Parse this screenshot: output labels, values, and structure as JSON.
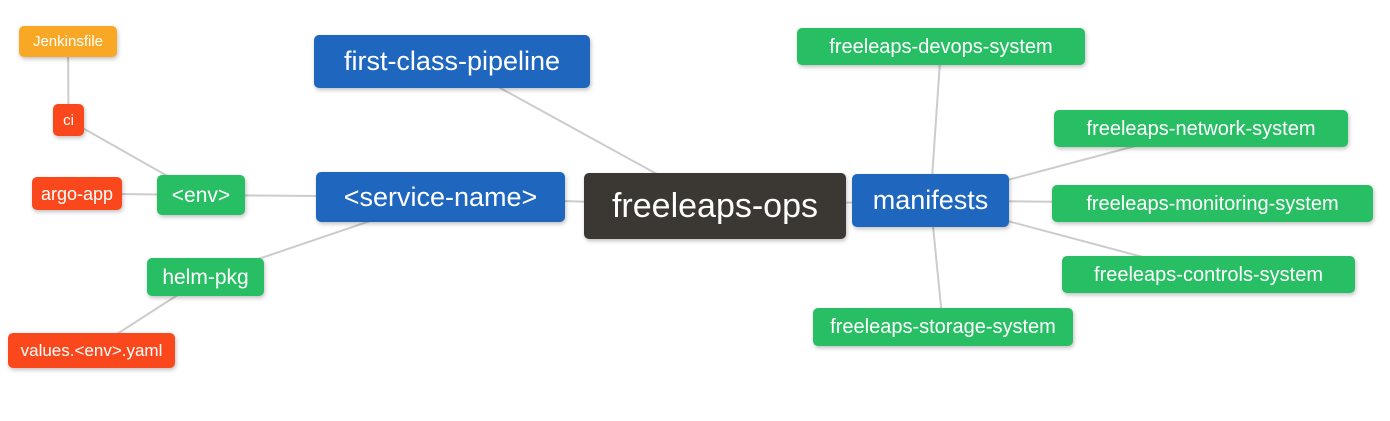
{
  "palette": {
    "root_node": "#3B3733",
    "branch_node": "#1F66BE",
    "green_node": "#28BE64",
    "red_node": "#FA481C",
    "orange_node": "#F9A825",
    "edge": "#CCCCCC",
    "node_text": "#FFFFFF",
    "background": "#FFFFFF"
  },
  "nodes": {
    "root": {
      "label": "freeleaps-ops",
      "color": "#3B3733"
    },
    "first_class_pipeline": {
      "label": "first-class-pipeline",
      "color": "#1F66BE"
    },
    "service_name": {
      "label": "<service-name>",
      "color": "#1F66BE"
    },
    "manifests": {
      "label": "manifests",
      "color": "#1F66BE"
    },
    "env": {
      "label": "<env>",
      "color": "#28BE64"
    },
    "helm_pkg": {
      "label": "helm-pkg",
      "color": "#28BE64"
    },
    "ci": {
      "label": "ci",
      "color": "#FA481C"
    },
    "argo_app": {
      "label": "argo-app",
      "color": "#FA481C"
    },
    "jenkinsfile": {
      "label": "Jenkinsfile",
      "color": "#F9A825"
    },
    "values_env_yaml": {
      "label": "values.<env>.yaml",
      "color": "#FA481C"
    },
    "devops_system": {
      "label": "freeleaps-devops-system",
      "color": "#28BE64"
    },
    "network_system": {
      "label": "freeleaps-network-system",
      "color": "#28BE64"
    },
    "monitoring_system": {
      "label": "freeleaps-monitoring-system",
      "color": "#28BE64"
    },
    "controls_system": {
      "label": "freeleaps-controls-system",
      "color": "#28BE64"
    },
    "storage_system": {
      "label": "freeleaps-storage-system",
      "color": "#28BE64"
    }
  },
  "connections": [
    [
      "jenkinsfile",
      "ci"
    ],
    [
      "ci",
      "env"
    ],
    [
      "argo_app",
      "env"
    ],
    [
      "env",
      "service_name"
    ],
    [
      "service_name",
      "root"
    ],
    [
      "first_class_pipeline",
      "root"
    ],
    [
      "helm_pkg",
      "service_name"
    ],
    [
      "values_env_yaml",
      "helm_pkg"
    ],
    [
      "root",
      "manifests"
    ],
    [
      "manifests",
      "devops_system"
    ],
    [
      "manifests",
      "network_system"
    ],
    [
      "manifests",
      "monitoring_system"
    ],
    [
      "manifests",
      "controls_system"
    ],
    [
      "manifests",
      "storage_system"
    ]
  ]
}
